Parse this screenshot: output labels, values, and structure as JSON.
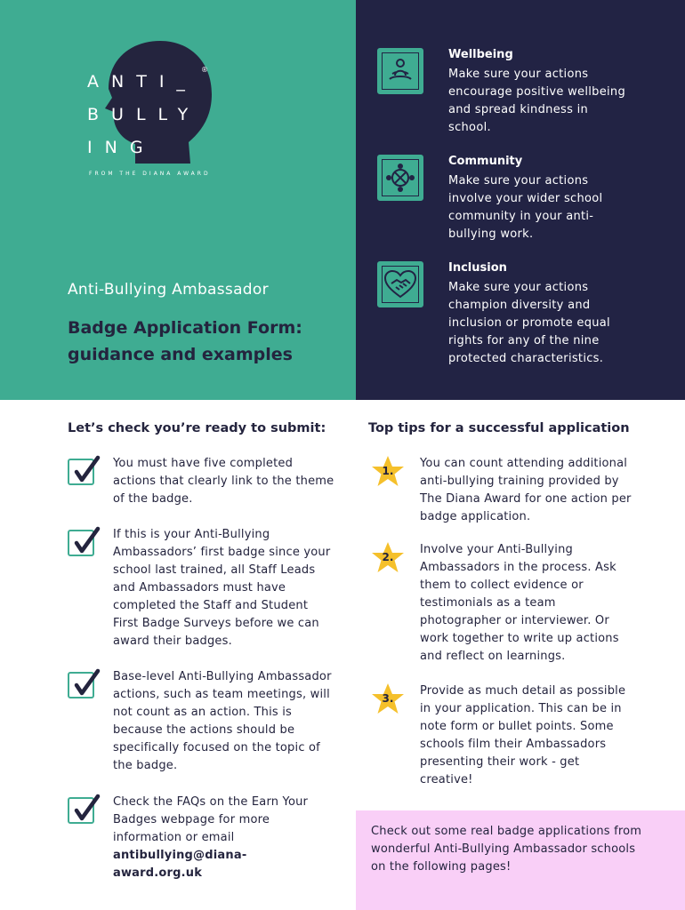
{
  "logo": {
    "rows": [
      "ANTI_",
      "BULLY",
      "ING"
    ],
    "registered": "®",
    "tagline": "FROM THE DIANA AWARD"
  },
  "hero": {
    "subtitle": "Anti-Bullying Ambassador",
    "title": "Badge Application Form: guidance and examples"
  },
  "values": [
    {
      "icon": "meditation-icon",
      "heading": "Wellbeing",
      "body": "Make sure your actions encourage positive wellbeing and spread kindness in school."
    },
    {
      "icon": "community-icon",
      "heading": "Community",
      "body": "Make sure your actions involve your wider school community in your anti-bullying work."
    },
    {
      "icon": "heart-handshake-icon",
      "heading": "Inclusion",
      "body": "Make sure your actions champion diversity and inclusion or promote equal rights for any of the nine protected characteristics."
    }
  ],
  "checklist": {
    "heading": "Let’s check you’re ready to submit:",
    "items": [
      {
        "text": "You must have five completed actions that clearly link to the theme of the badge."
      },
      {
        "text": "If this is your Anti-Bullying Ambassadors’ first badge since your school last trained, all Staff Leads and Ambassadors must have completed the Staff and Student First Badge Surveys before we can award their badges."
      },
      {
        "text": "Base-level Anti-Bullying Ambassador actions, such as team meetings, will not count as an action. This is because the actions should be specifically focused on the topic of the badge."
      },
      {
        "text": "Check the FAQs on the Earn Your Badges webpage for more information or email",
        "email": "antibullying@diana-award.org.uk"
      }
    ]
  },
  "tips": {
    "heading": "Top tips for a successful application",
    "items": [
      {
        "number": "1.",
        "text": "You can count attending additional anti-bullying training provided by The Diana Award for one action per badge application."
      },
      {
        "number": "2.",
        "text": "Involve your Anti-Bullying Ambassadors in the process. Ask them to collect evidence or testimonials as a team photographer or interviewer. Or work together to write up actions and reflect on learnings."
      },
      {
        "number": "3.",
        "text": "Provide as much detail as possible in your application. This can be in note form or bullet points. Some schools film their Ambassadors presenting their work - get creative!"
      }
    ]
  },
  "callout": {
    "text": "Check out some real badge applications from wonderful Anti-Bullying Ambassador schools on the following pages!"
  },
  "colors": {
    "teal": "#3fac92",
    "navy": "#222344",
    "star": "#f5c02b",
    "pink": "#f9cff7"
  }
}
